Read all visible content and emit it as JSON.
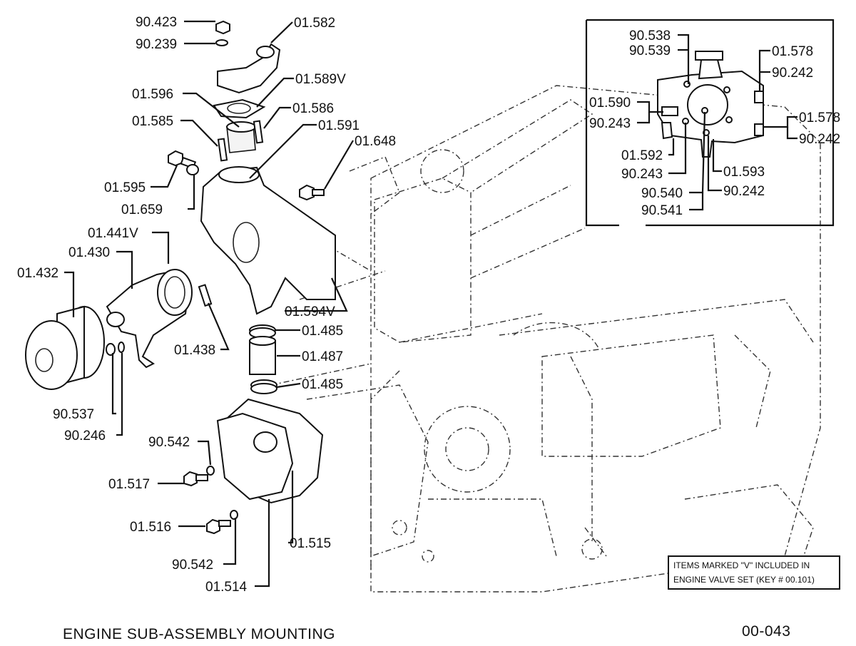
{
  "labels": {
    "l_90_423": "90.423",
    "l_90_239": "90.239",
    "l_01_582": "01.582",
    "l_01_589v": "01.589V",
    "l_01_596": "01.596",
    "l_01_586": "01.586",
    "l_01_585": "01.585",
    "l_01_591": "01.591",
    "l_01_648": "01.648",
    "l_01_595": "01.595",
    "l_01_659": "01.659",
    "l_01_441v": "01.441V",
    "l_01_430": "01.430",
    "l_01_432": "01.432",
    "l_01_438": "01.438",
    "l_01_594v": "01.594V",
    "l_01_485_a": "01.485",
    "l_01_487": "01.487",
    "l_01_485_b": "01.485",
    "l_90_537": "90.537",
    "l_90_246": "90.246",
    "l_90_542_a": "90.542",
    "l_01_517": "01.517",
    "l_01_516": "01.516",
    "l_01_515": "01.515",
    "l_90_542_b": "90.542",
    "l_01_514": "01.514"
  },
  "inset": {
    "l_90_538": "90.538",
    "l_90_539": "90.539",
    "l_01_578_a": "01.578",
    "l_90_242_a": "90.242",
    "l_01_590": "01.590",
    "l_90_243_a": "90.243",
    "l_01_578_b": "01.578",
    "l_90_242_b": "90.242",
    "l_01_592": "01.592",
    "l_90_243_b": "90.243",
    "l_01_593": "01.593",
    "l_90_540": "90.540",
    "l_90_242_c": "90.242",
    "l_90_541": "90.541"
  },
  "note": {
    "line1": "ITEMS MARKED \"V\" INCLUDED IN",
    "line2": "ENGINE VALVE SET (KEY # 00.101)"
  },
  "footer": {
    "title": "ENGINE  SUB-ASSEMBLY  MOUNTING",
    "code": "00-043"
  }
}
